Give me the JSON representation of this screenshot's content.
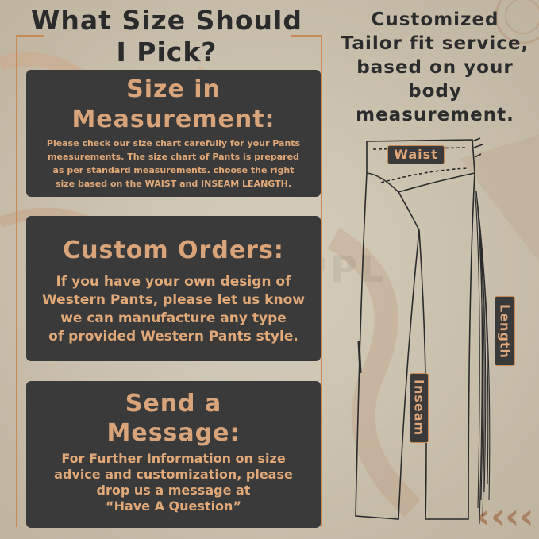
{
  "heading": {
    "line1": "What Size Should",
    "line2": "I Pick?"
  },
  "cards": [
    {
      "title_lines": [
        "Size in",
        "Measurement:"
      ],
      "body_lines": [
        "Please check our size chart carefully for your Pants",
        "measurements. The size chart of Pants is prepared",
        "as per standard measurements. choose the right",
        "size based on the WAIST and INSEAM LEANGTH."
      ]
    },
    {
      "title_lines": [
        "Custom Orders:"
      ],
      "body_lines": [
        "If you have your own design of",
        "Western Pants, please let us know",
        "we can manufacture any type",
        "of provided Western Pants style."
      ]
    },
    {
      "title_lines": [
        "Send a",
        "Message:"
      ],
      "body_lines": [
        "For Further Information on size",
        "advice and customization, please",
        "drop us a message at",
        "“Have A Question”"
      ]
    }
  ],
  "right_text": {
    "lines": [
      "Customized",
      "Tailor fit service,",
      "based on your",
      "body",
      "measurement."
    ]
  },
  "labels": {
    "waist": "Waist",
    "length": "Length",
    "inseam": "Inseam"
  },
  "watermark": "QUALITY SUPPL",
  "colors": {
    "card_bg": "#3a3a3a",
    "accent": "#c98a55",
    "text_dark": "#2b2b2b"
  }
}
